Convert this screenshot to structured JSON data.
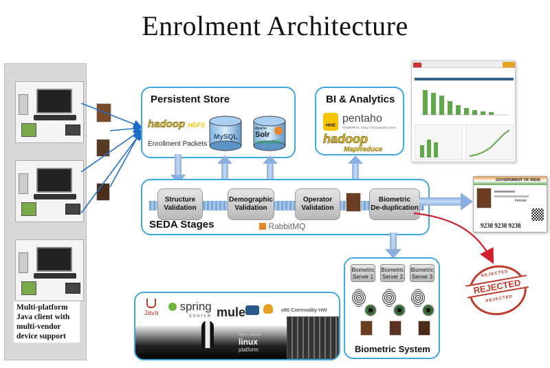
{
  "title": "Enrolment Architecture",
  "client": {
    "note_lines": [
      "Multi-platform",
      "Java client with",
      "multi-vendor",
      "device support"
    ]
  },
  "persistent_store": {
    "title": "Persistent Store",
    "hadoop_label": "hadoop",
    "hdfs_label": "HDFS",
    "packets_label": "Enrollment Packets",
    "mysql_label": "MySQL",
    "solr_label": "Solr",
    "apache_label": "Apache",
    "mongodb_label": "mongoDB"
  },
  "bi": {
    "title": "BI & Analytics",
    "hive_label": "HIVE",
    "pentaho_label": "pentaho",
    "pentaho_tagline": "POWERFUL ANALYTICS MADE EASY",
    "hadoop_label": "hadoop",
    "mapreduce_label": "MapReduce"
  },
  "seda": {
    "title": "SEDA Stages",
    "stages": [
      {
        "line1": "Structure",
        "line2": "Validation"
      },
      {
        "line1": "Demographic",
        "line2": "Validation"
      },
      {
        "line1": "Operator",
        "line2": "Validation"
      },
      {
        "line1": "Biometric",
        "line2": "De-duplication"
      }
    ],
    "rabbitmq_label": "RabbitMQ"
  },
  "id_card": {
    "header": "GOVERNMENT OF INDIA",
    "number": "9238 9238 9238",
    "female_label": "Female"
  },
  "rejected": {
    "label": "REJECTED",
    "ring_label": "REJECTED"
  },
  "biometric_system": {
    "title": "Biometric System",
    "servers": [
      {
        "line1": "Biometric",
        "line2": "Server 1"
      },
      {
        "line1": "Biometric",
        "line2": "Server 2"
      },
      {
        "line1": "Biometric",
        "line2": "Server 3"
      }
    ]
  },
  "tech": {
    "java_label": "Java",
    "spring_label": "spring",
    "spring_source": "source",
    "mule_label": "mule",
    "hw_label": "x86 Commodity HW",
    "opensource_label": "open source",
    "linux_label": "linux",
    "platform_label": "platform"
  },
  "colors": {
    "panel_border": "#3fa7dc",
    "arrow_blue": "#1f6fc7",
    "reject_red": "#d0202a",
    "hadoop_yellow": "#f5c400"
  }
}
